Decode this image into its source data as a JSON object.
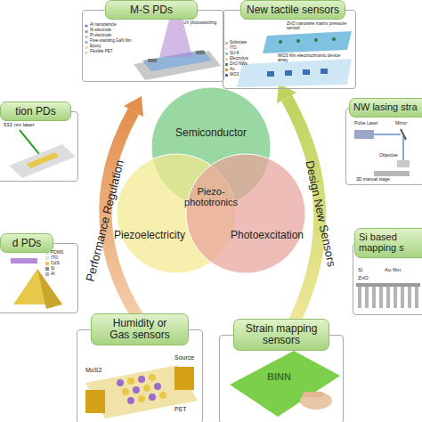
{
  "diagram": {
    "nodes": [
      {
        "text": [
          "Semiconductor"
        ]
      },
      {
        "text": [
          "Piezoelectricity"
        ]
      },
      {
        "text": [
          "Photoexcitation"
        ]
      },
      {
        "text": [
          "M-S PDs"
        ]
      },
      {
        "text": [
          "New tactile sensors"
        ]
      },
      {
        "text": [
          "tion PDs"
        ]
      },
      {
        "text": [
          "NW lasing stra"
        ]
      },
      {
        "text": [
          "d PDs"
        ]
      },
      {
        "text": [
          "Si based mapping s"
        ]
      },
      {
        "text": [
          "Humidity or Gas sensors"
        ]
      },
      {
        "text": [
          "Strain mapping sensors"
        ]
      }
    ],
    "labels": [
      "Piezo-phototronics",
      "Performance Regulation",
      "Design New Sensors",
      "532 nm laser",
      "PDMS",
      "ITO",
      "CdS",
      "Si",
      "Al",
      "Al nanoparticle",
      "Ni electrode",
      "Pt electrode",
      "Free-standing GaN film",
      "Epoxy",
      "Flexible PET",
      "UV photoswitching",
      "ZnO nanowire matrix pressure sensor",
      "WO3 film electrochromic device array",
      "Substrate",
      "ITO",
      "SU-8",
      "Electrolyte",
      "ZnO NWs",
      "Au",
      "WO3",
      "Pulse Laser",
      "Mirror",
      "Objective",
      "3D manual stage",
      "Si",
      "Au film",
      "ZnO",
      "MoS2",
      "PET",
      "Source",
      "BINN"
    ]
  }
}
